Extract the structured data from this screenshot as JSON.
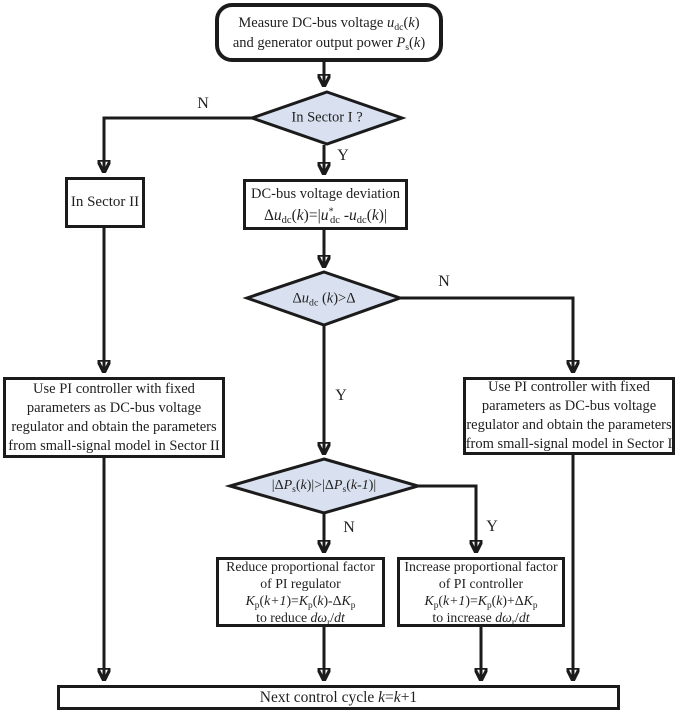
{
  "colors": {
    "line": "#1b1b1b",
    "diamond_fill": "#d9e1f0",
    "box_background": "#ffffff",
    "text": "#1f1f1f"
  },
  "nodes": {
    "start": {
      "lines": [
        "Measure DC-bus voltage *u*~dc~(*k*)",
        "and generator output power *P*~s~(*k*)"
      ]
    },
    "sector_check": {
      "label": "In Sector I ?"
    },
    "sector2": {
      "label": "In Sector II"
    },
    "deviation": {
      "lines": [
        "DC-bus voltage deviation",
        "Δ*u*~dc~(*k*)=|*u*^\\*^~dc~ -*u*~dc~(*k*)|"
      ]
    },
    "deviation_check": {
      "label": "Δ*u*~dc~ (*k*)>Δ"
    },
    "pi_sector2": {
      "lines": [
        "Use PI controller with fixed",
        "parameters as DC-bus voltage",
        "regulator and obtain the parameters",
        "from small-signal model in Sector II"
      ]
    },
    "pi_sector1": {
      "lines": [
        "Use PI controller with fixed",
        "parameters as DC-bus voltage",
        "regulator and obtain the parameters",
        "from small-signal model in Sector I"
      ]
    },
    "power_check": {
      "label": "|Δ*P*~s~(*k*)|>|Δ*P*~s~(*k-1*)|"
    },
    "reduce": {
      "lines": [
        "Reduce proportional factor",
        "of PI regulator",
        "*K*~p~(*k+1*)=*K*~p~(*k*)-Δ*K*~p~",
        "to reduce *dω*~r~/*dt*"
      ]
    },
    "increase": {
      "lines": [
        "Increase proportional factor",
        "of PI controller",
        "*K*~p~(*k+1*)=*K*~p~(*k*)+Δ*K*~p~",
        "to increase *dω*~r~/*dt*"
      ]
    },
    "next_cycle": {
      "label": "Next control cycle   *k*=*k*+1"
    }
  },
  "edge_labels": {
    "sector_no": "N",
    "sector_yes": "Y",
    "deviation_no": "N",
    "deviation_yes": "Y",
    "power_no": "N",
    "power_yes": "Y"
  }
}
